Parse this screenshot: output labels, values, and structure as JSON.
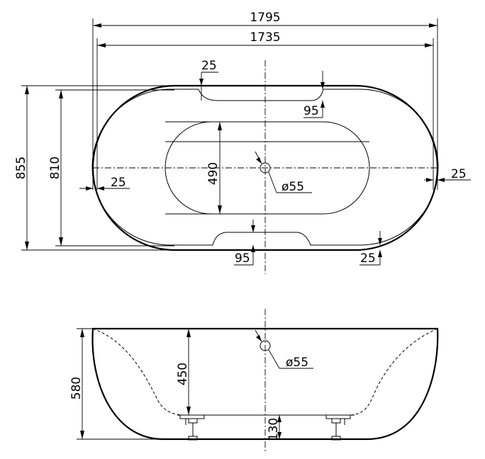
{
  "drawing": {
    "top_view": {
      "overall_length": "1795",
      "inner_length": "1735",
      "overall_width": "855",
      "inner_width": "810",
      "basin_width": "490",
      "rim_left": "25",
      "rim_right": "25",
      "notch_top_rim": "25",
      "notch_top_depth": "95",
      "notch_bottom_depth": "95",
      "notch_bottom_rim": "25",
      "drain": "ø55"
    },
    "side_view": {
      "height": "580",
      "basin_depth": "450",
      "foot_height": "130",
      "drain": "ø55"
    }
  }
}
